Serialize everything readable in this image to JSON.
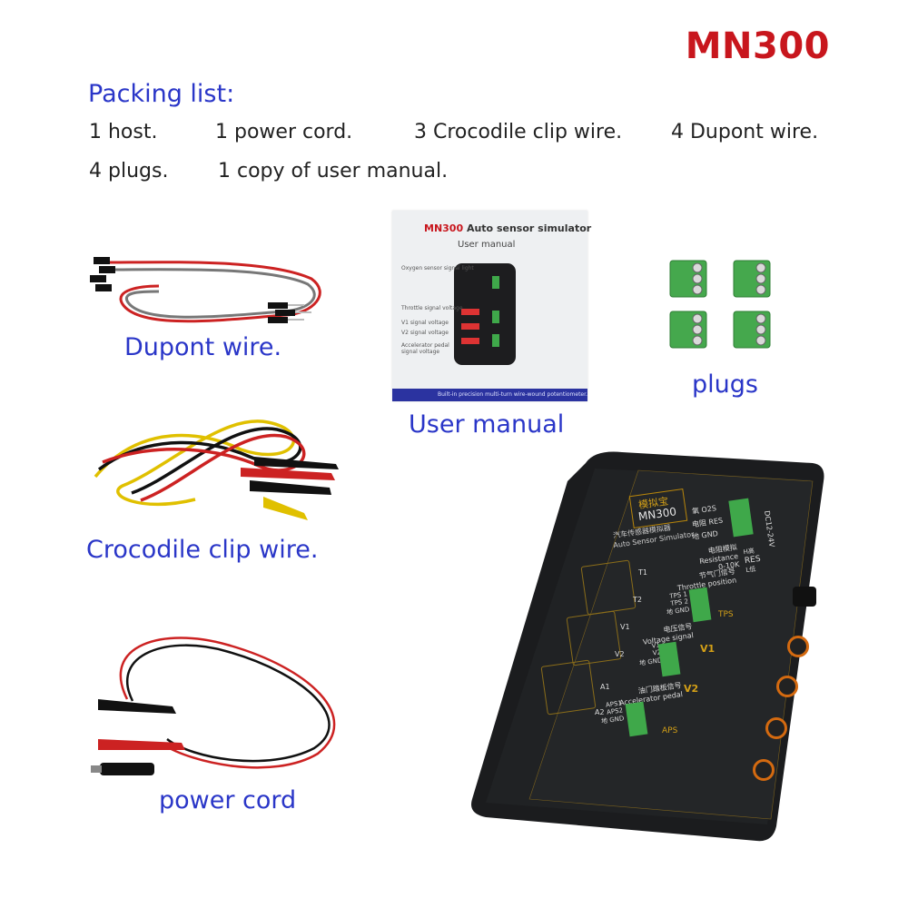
{
  "title": "MN300",
  "packing_list": {
    "heading": "Packing list:",
    "items": [
      "1 host.",
      "1 power cord.",
      "3 Crocodile clip wire.",
      "4 Dupont wire.",
      "4 plugs.",
      "1 copy of user manual."
    ]
  },
  "captions": {
    "dupont": "Dupont wire.",
    "manual": "User manual",
    "plugs": "plugs",
    "crocodile": "Crocodile clip wire.",
    "power": "power cord"
  },
  "manual": {
    "brand": "MN300",
    "title_rest": " Auto sensor simulator",
    "subtitle": "User manual",
    "left_labels": [
      "Oxygen sensor signal light",
      "Throttle signal voltage",
      "V1 signal voltage",
      "V2 signal voltage",
      "Accelerator pedal signal voltage"
    ],
    "footer": "Built-in precision multi-turn wire-wound potentiometer."
  },
  "device": {
    "logo_cn": "模拟宝",
    "logo_model": "MN300",
    "subtitle_cn": "汽车传感器模拟器",
    "subtitle_en": "Auto Sensor Simulator",
    "o2_label": "氧 O2S",
    "res_label": "电阻 RES",
    "gnd_label": "地 GND",
    "power_label": "DC12-24V",
    "res_block": [
      "电阻模拟",
      "Resistance",
      "0-10K"
    ],
    "res_dial": [
      "H高",
      "RES",
      "L低"
    ],
    "throttle_block": [
      "节气门信号",
      "Throttle position"
    ],
    "tps_pins": [
      "TPS 1",
      "TPS 2",
      "地 GND"
    ],
    "tps_tag": "TPS",
    "voltage_block": [
      "电压信号",
      "Voltage signal"
    ],
    "v_pins": [
      "V1",
      "V2",
      "地 GND"
    ],
    "v1_tag": "V1",
    "v2_tag": "V2",
    "pedal_block": [
      "油门踏板信号",
      "Accelerator pedal"
    ],
    "aps_pins": [
      "APS1",
      "APS2",
      "地 GND"
    ],
    "aps_tag": "APS",
    "display_labels": [
      "T1",
      "T2",
      "V1",
      "V2",
      "A1",
      "A2"
    ]
  },
  "colors": {
    "title": "#c8161d",
    "caption": "#2a36c8",
    "device_body": "#1b1c1e",
    "accent": "#d4a017",
    "terminal": "#3fa84a"
  }
}
